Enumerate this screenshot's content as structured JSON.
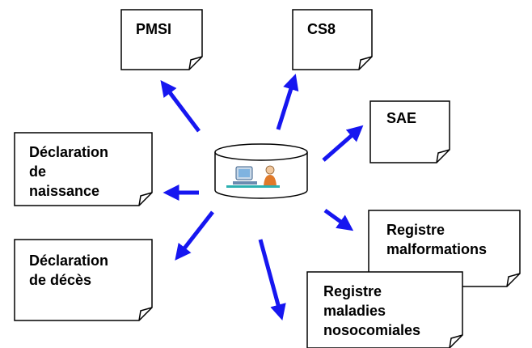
{
  "colors": {
    "arrow": "#1616f0",
    "border": "#000000",
    "paper": "#ffffff"
  },
  "hub": {
    "icon": "computer-user-icon"
  },
  "documents": {
    "pmsi": {
      "lines": [
        "PMSI"
      ]
    },
    "cs8": {
      "lines": [
        "CS8"
      ]
    },
    "sae": {
      "lines": [
        "SAE"
      ]
    },
    "naissance": {
      "lines": [
        "Déclaration",
        "de",
        "naissance"
      ]
    },
    "deces": {
      "lines": [
        "Déclaration",
        "de décès"
      ]
    },
    "malformations": {
      "lines": [
        "Registre",
        "malformations"
      ]
    },
    "nosocomiales": {
      "lines": [
        "Registre",
        "maladies",
        "nosocomiales"
      ]
    }
  }
}
